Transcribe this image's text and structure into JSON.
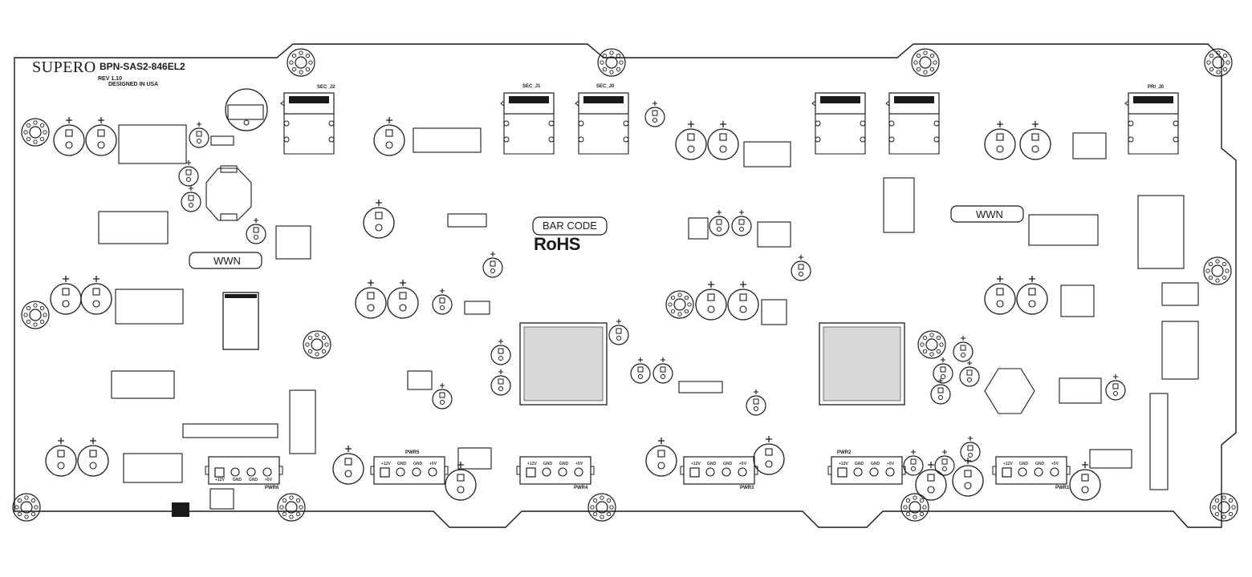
{
  "board": {
    "brand": "SUPERO",
    "model": "BPN-SAS2-846EL2",
    "revision": "REV 1.10",
    "origin": "DESIGNED IN USA"
  },
  "labels": {
    "barcode": "BAR CODE",
    "rohs": "RoHS",
    "wwn": "WWN"
  },
  "connectors": {
    "sec_j2": "SEC_J2",
    "sec_j1": "SEC_J1",
    "sec_j0": "SEC_J0",
    "pri_j0": "PRI_J0"
  },
  "power": {
    "pwr1": "PWR1",
    "pwr2": "PWR2",
    "pwr3": "PWR3",
    "pwr4": "PWR4",
    "pwr5": "PWR5",
    "pwr6": "PWR6",
    "pin_12v": "+12V",
    "pin_gnd": "GND",
    "pin_5v": "+5V"
  },
  "colors": {
    "ink": "#1a1a1a",
    "paper": "#ffffff"
  }
}
